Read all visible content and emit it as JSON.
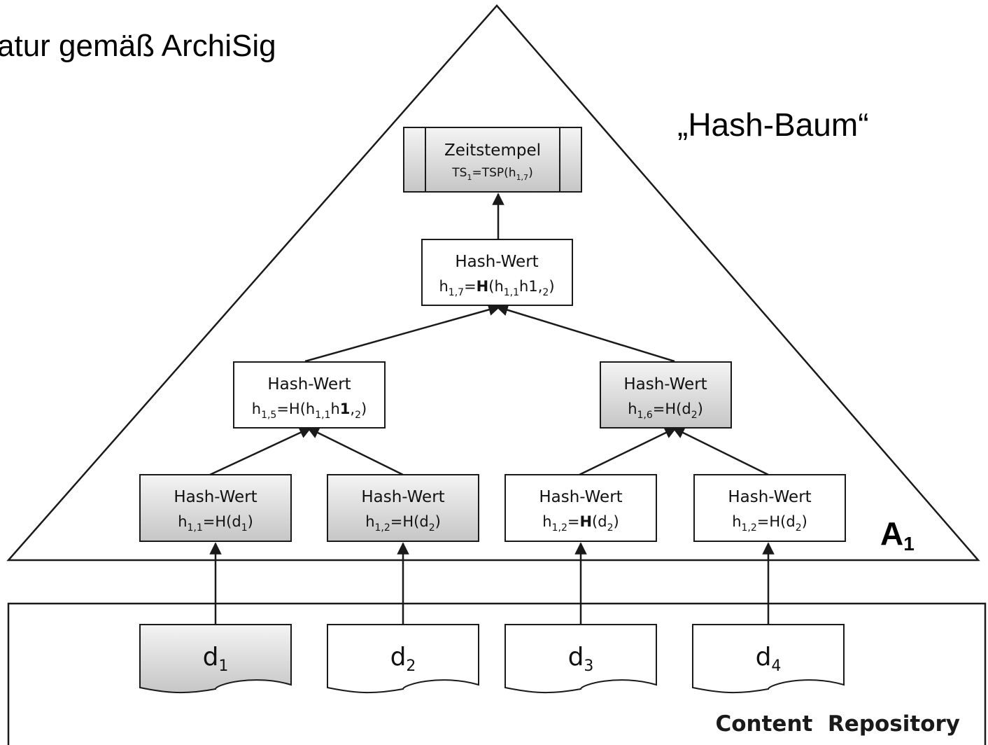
{
  "slide": {
    "title_fragment": "atur gemäß ArchiSig",
    "tree_caption": "„Hash-Baum“",
    "archive_label_main": "A",
    "archive_label_sub": "1"
  },
  "colors": {
    "line": "#1a1a1a",
    "white_box": "#ffffff",
    "shaded_box_top": "#f2f2f2",
    "shaded_box_bottom": "#c8c8c8"
  },
  "timestamp": {
    "title": "Zeitstempel",
    "formula": [
      {
        "t": "TS"
      },
      {
        "t": "1",
        "sub": true
      },
      {
        "t": "=TSP(h"
      },
      {
        "t": "1,7",
        "sub": true
      },
      {
        "t": ")"
      }
    ]
  },
  "nodes": {
    "root": {
      "title": "Hash-Wert",
      "formula": [
        {
          "t": "h"
        },
        {
          "t": "1,7",
          "sub": true
        },
        {
          "t": "="
        },
        {
          "t": "H",
          "bold": true
        },
        {
          "t": "(h"
        },
        {
          "t": "1,1",
          "sub": true
        },
        {
          "t": "h1,"
        },
        {
          "t": "2",
          "sub": true
        },
        {
          "t": ")"
        }
      ]
    },
    "mid_left": {
      "title": "Hash-Wert",
      "formula": [
        {
          "t": "h"
        },
        {
          "t": "1,5",
          "sub": true
        },
        {
          "t": "=H(h"
        },
        {
          "t": "1,1",
          "sub": true
        },
        {
          "t": "h"
        },
        {
          "t": "1",
          "bold": true
        },
        {
          "t": ","
        },
        {
          "t": "2",
          "sub": true
        },
        {
          "t": ")"
        }
      ]
    },
    "mid_right": {
      "title": "Hash-Wert",
      "formula": [
        {
          "t": "h"
        },
        {
          "t": "1,6",
          "sub": true
        },
        {
          "t": "=H(d"
        },
        {
          "t": "2",
          "sub": true
        },
        {
          "t": ")"
        }
      ]
    },
    "leaf1": {
      "title": "Hash-Wert",
      "formula": [
        {
          "t": "h"
        },
        {
          "t": "1,1",
          "sub": true
        },
        {
          "t": "=H(d"
        },
        {
          "t": "1",
          "sub": true
        },
        {
          "t": ")"
        }
      ]
    },
    "leaf2": {
      "title": "Hash-Wert",
      "formula": [
        {
          "t": "h"
        },
        {
          "t": "1,2",
          "sub": true
        },
        {
          "t": "=H(d"
        },
        {
          "t": "2",
          "sub": true
        },
        {
          "t": ")"
        }
      ]
    },
    "leaf3": {
      "title": "Hash-Wert",
      "formula": [
        {
          "t": "h"
        },
        {
          "t": "1,2",
          "sub": true
        },
        {
          "t": "="
        },
        {
          "t": "H",
          "bold": true
        },
        {
          "t": "(d"
        },
        {
          "t": "2",
          "sub": true
        },
        {
          "t": ")"
        }
      ]
    },
    "leaf4": {
      "title": "Hash-Wert",
      "formula": [
        {
          "t": "h"
        },
        {
          "t": "1,2",
          "sub": true
        },
        {
          "t": "=H(d"
        },
        {
          "t": "2",
          "sub": true
        },
        {
          "t": ")"
        }
      ]
    }
  },
  "documents": [
    {
      "base": "d",
      "sub": "1",
      "shaded": true
    },
    {
      "base": "d",
      "sub": "2",
      "shaded": false
    },
    {
      "base": "d",
      "sub": "3",
      "shaded": false
    },
    {
      "base": "d",
      "sub": "4",
      "shaded": false
    }
  ],
  "repository": {
    "label": "Content  Repository"
  }
}
